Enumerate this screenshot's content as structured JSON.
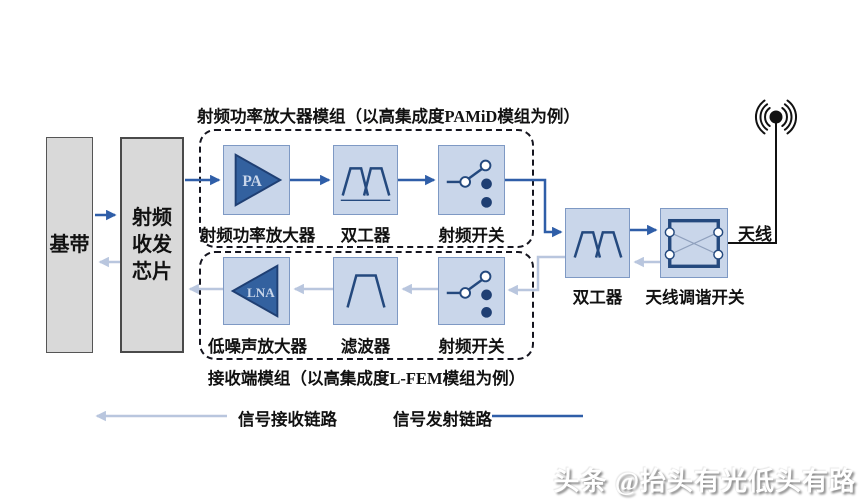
{
  "diagram": {
    "tx_module_title": "射频功率放大器模组（以高集成度PAMiD模组为例）",
    "rx_module_title": "接收端模组（以高集成度L-FEM模组为例）",
    "baseband_label": "基带",
    "transceiver_label": "射频收发芯片",
    "tx_chain": {
      "pa": {
        "icon_text": "PA",
        "label": "射频功率放大器"
      },
      "duplexer": {
        "label": "双工器"
      },
      "rf_switch": {
        "label": "射频开关"
      }
    },
    "rx_chain": {
      "lna": {
        "icon_text": "LNA",
        "label": "低噪声放大器"
      },
      "filter": {
        "label": "滤波器"
      },
      "rf_switch": {
        "label": "射频开关"
      }
    },
    "antenna_section": {
      "duplexer_label": "双工器",
      "tuner_label": "天线调谐开关",
      "antenna_label": "天线"
    },
    "legend": {
      "rx_label": "信号接收链路",
      "tx_label": "信号发射链路"
    },
    "watermark": "头条 @抬头有光低头有路",
    "colors": {
      "component_fill": "#c9d6ea",
      "component_border": "#7e99c4",
      "signal_tx": "#2f5ea8",
      "signal_rx": "#b9c6de",
      "chip_fill": "#d9d9d9",
      "icon_stroke": "#24497e"
    }
  }
}
